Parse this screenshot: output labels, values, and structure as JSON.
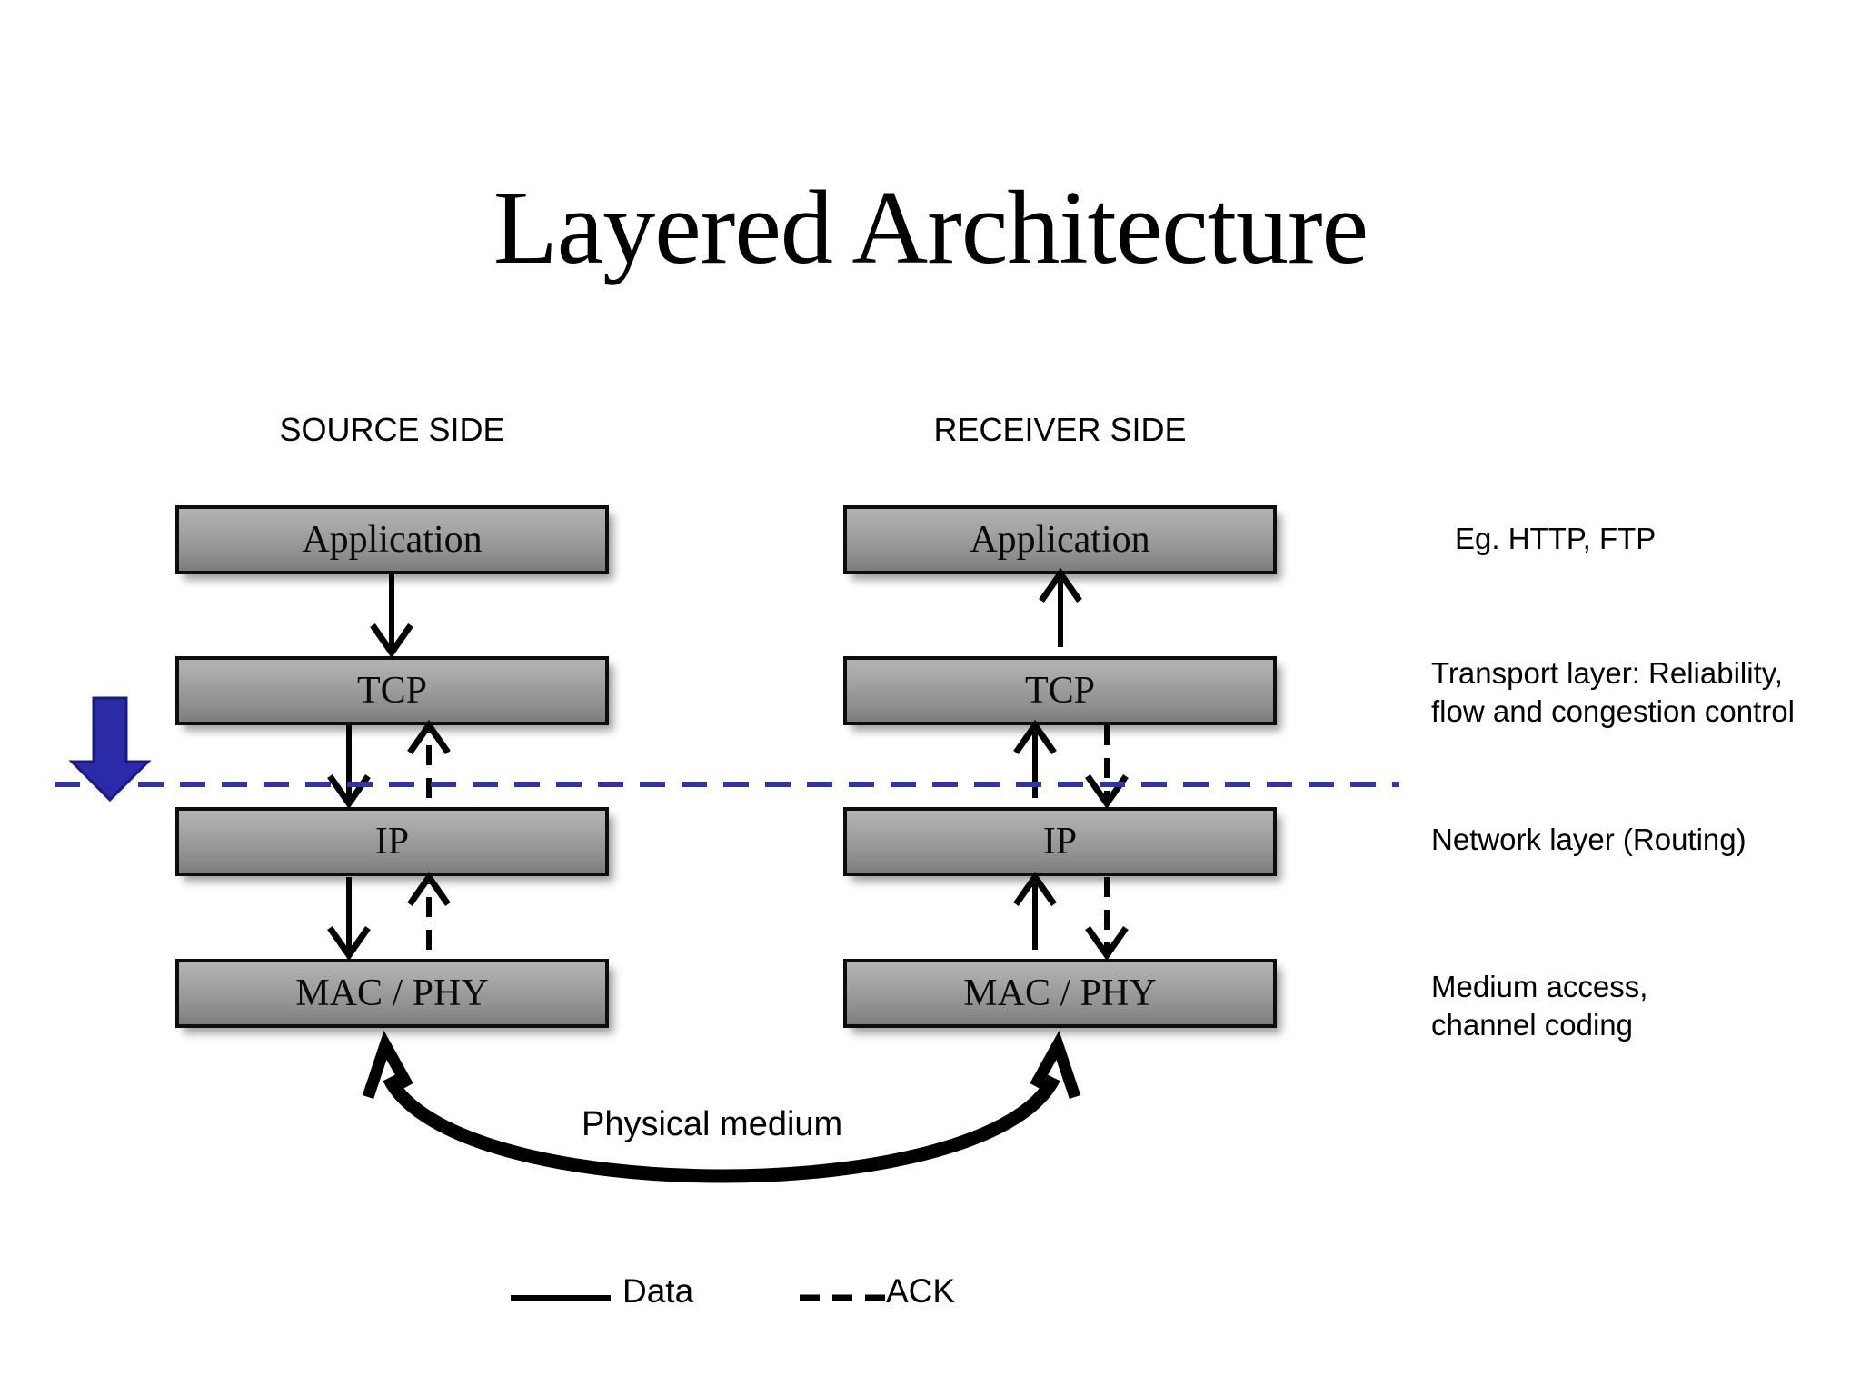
{
  "slide": {
    "title": "Layered Architecture",
    "background_color": "#ffffff"
  },
  "columns": [
    {
      "key": "source",
      "heading": "SOURCE SIDE"
    },
    {
      "key": "receiver",
      "heading": "RECEIVER SIDE"
    }
  ],
  "layers": [
    {
      "key": "application",
      "label": "Application",
      "annotation": "Eg. HTTP, FTP"
    },
    {
      "key": "tcp",
      "label": "TCP",
      "annotation": "Transport layer: Reliability,\nflow and congestion control"
    },
    {
      "key": "ip",
      "label": "IP",
      "annotation": "Network layer (Routing)"
    },
    {
      "key": "mac_phy",
      "label": "MAC / PHY",
      "annotation": "Medium access,\nchannel coding"
    }
  ],
  "source_boxes": {
    "application": "Application",
    "tcp": "TCP",
    "ip": "IP",
    "mac_phy": "MAC / PHY"
  },
  "receiver_boxes": {
    "application": "Application",
    "tcp": "TCP",
    "ip": "IP",
    "mac_phy": "MAC / PHY"
  },
  "annotations": {
    "application": "Eg. HTTP, FTP",
    "tcp": "Transport layer: Reliability,\nflow and congestion control",
    "ip": "Network layer (Routing)",
    "mac_phy": "Medium access,\nchannel coding"
  },
  "physical_medium": {
    "label": "Physical medium"
  },
  "legend": {
    "data_label": "Data",
    "ack_label": "ACK"
  },
  "marker": {
    "name": "blue-down-arrow",
    "color": "#2b2ba8",
    "divider_color": "#3333a8",
    "divider_style": "dashed"
  },
  "colors": {
    "box_fill_top": "#b3b3b3",
    "box_fill_bottom": "#7d7d7d",
    "box_border": "#0d0d0d",
    "text": "#000000",
    "accent_blue": "#2b2ba8"
  }
}
